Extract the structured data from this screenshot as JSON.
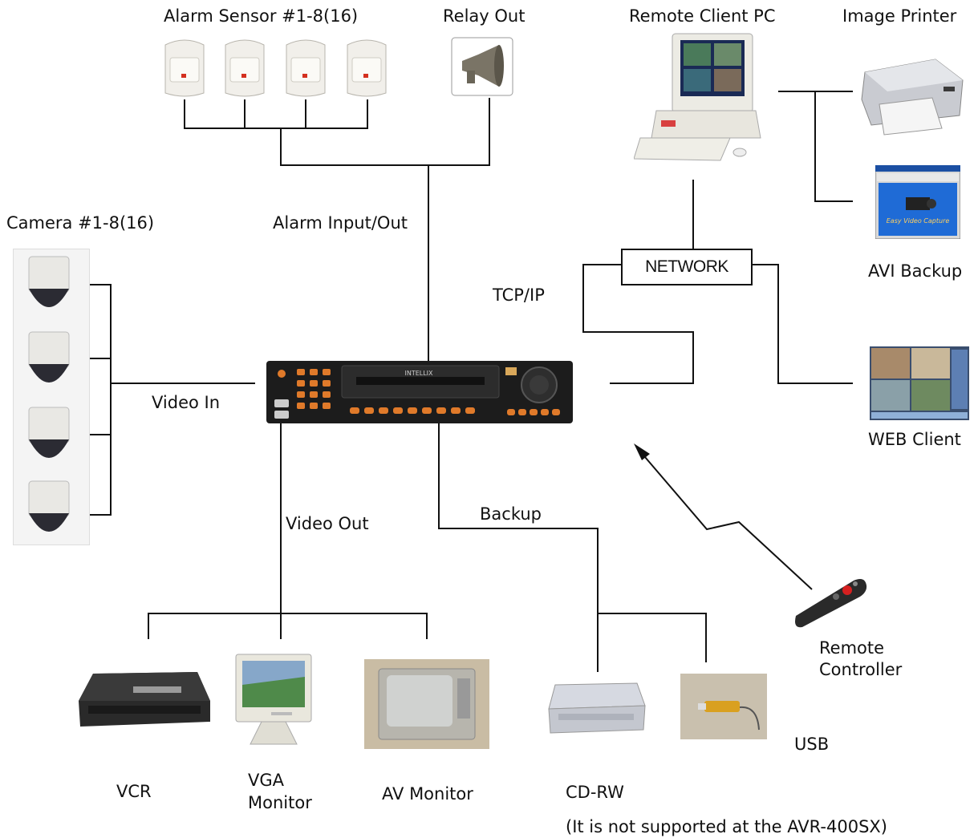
{
  "labels": {
    "alarm_sensor": "Alarm Sensor #1-8(16)",
    "relay_out": "Relay Out",
    "remote_client_pc": "Remote Client PC",
    "image_printer": "Image Printer",
    "camera": "Camera #1-8(16)",
    "alarm_io": "Alarm Input/Out",
    "network": "NETWORK",
    "tcp_ip": "TCP/IP",
    "avi_backup": "AVI Backup",
    "video_in": "Video In",
    "web_client": "WEB Client",
    "backup": "Backup",
    "video_out": "Video Out",
    "remote_controller_1": "Remote",
    "remote_controller_2": "Controller",
    "usb": "USB",
    "vcr": "VCR",
    "vga_monitor_1": "VGA",
    "vga_monitor_2": "Monitor",
    "av_monitor": "AV Monitor",
    "cd_rw": "CD-RW",
    "note": "(It is not supported at the AVR-400SX)"
  },
  "dvr_brand": "INTELLIX",
  "avi_backup_screen_text": "Easy Video Capture",
  "colors": {
    "line": "#111111",
    "dvr_body": "#1c1c1c",
    "dvr_button": "#e07a2a",
    "sensor": "#f1efea",
    "sensor_led": "#d43020",
    "camera_dome": "#2b2b33",
    "remote_red": "#d62020"
  }
}
